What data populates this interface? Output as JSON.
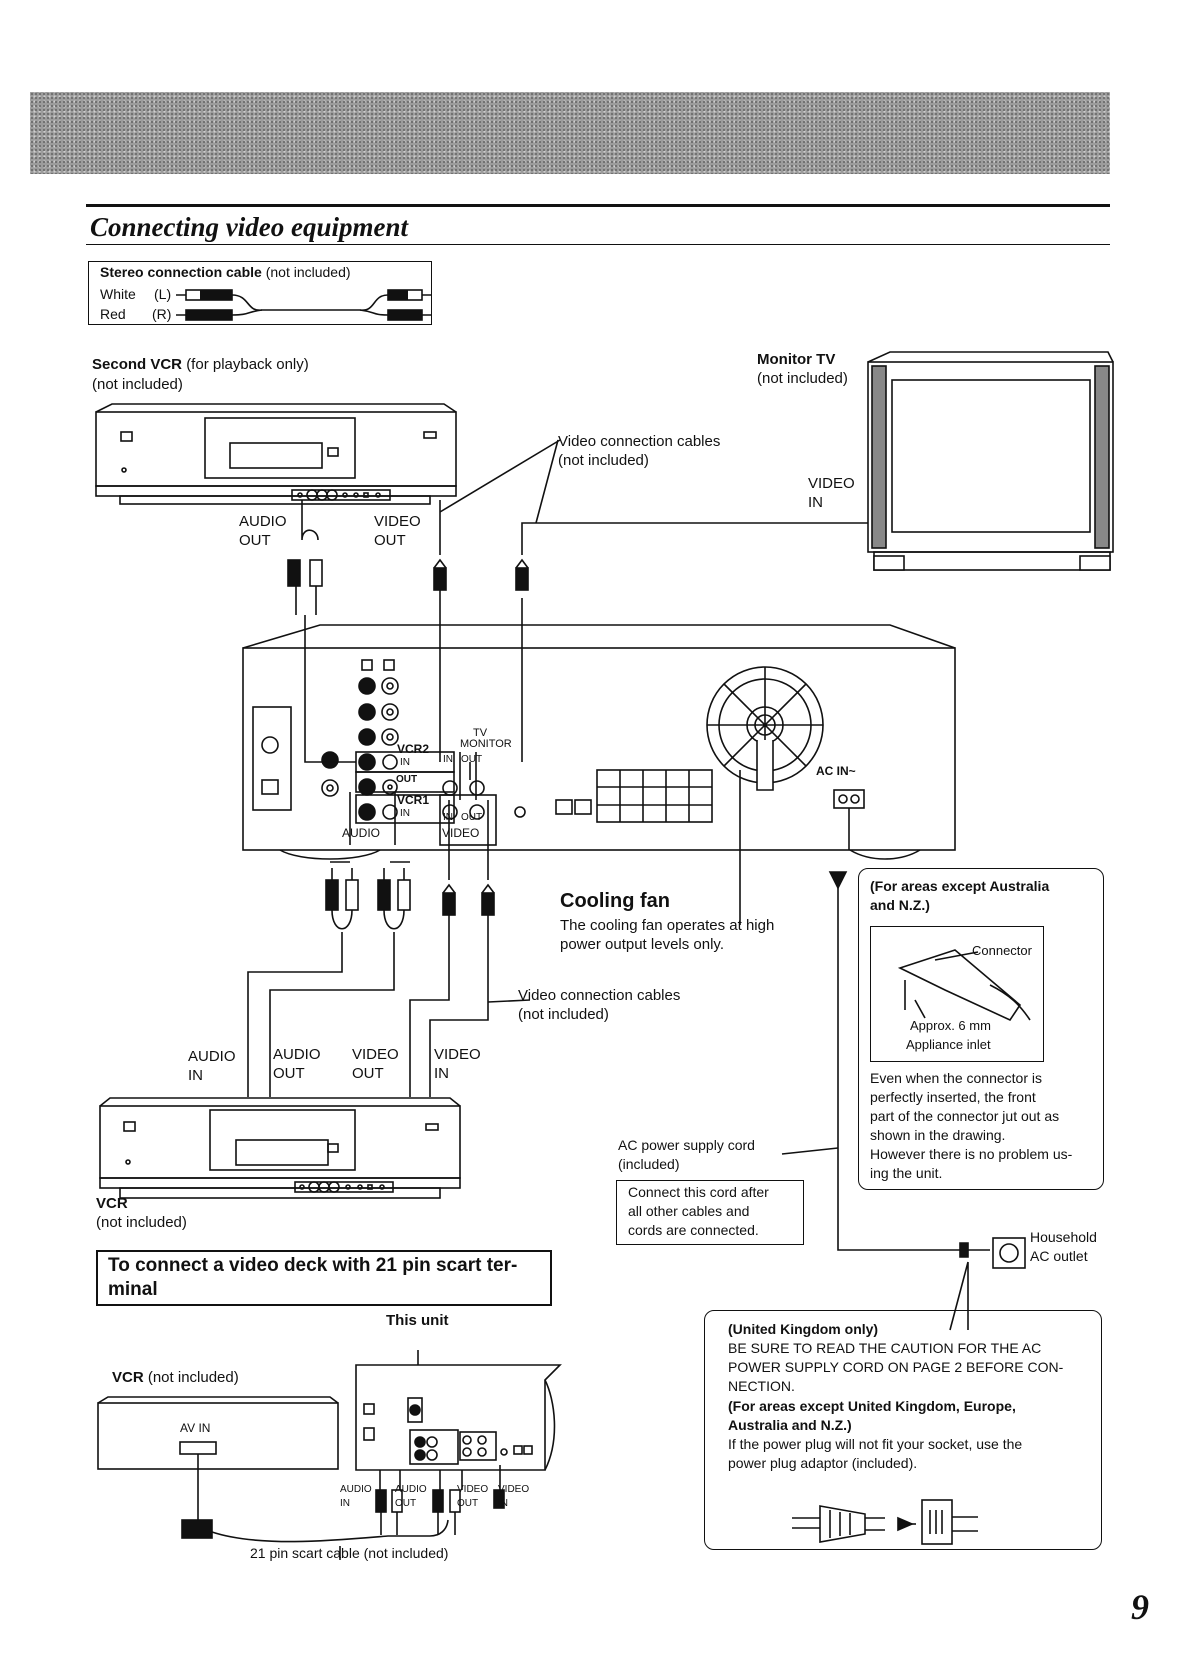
{
  "page": {
    "title": "Connecting video equipment",
    "page_number": "9"
  },
  "stereo_cable": {
    "title": "Stereo connection cable",
    "note": "(not included)",
    "white": "White",
    "white_ch": "(L)",
    "red": "Red",
    "red_ch": "(R)"
  },
  "second_vcr": {
    "title": "Second VCR",
    "subtitle": "(for playback only)",
    "note": "(not included)"
  },
  "monitor_tv": {
    "title": "Monitor TV",
    "note": "(not included)",
    "video_in_1": "VIDEO",
    "video_in_2": "IN"
  },
  "video_cables_top": {
    "line1": "Video connection cables",
    "line2": "(not included)"
  },
  "second_vcr_jacks": {
    "audio_1": "AUDIO",
    "audio_2": "OUT",
    "video_1": "VIDEO",
    "video_2": "OUT"
  },
  "unit_panel": {
    "vcr2": "VCR2",
    "vcr1": "VCR1",
    "in": "IN",
    "out": "OUT",
    "tv": "TV",
    "monitor": "MONITOR",
    "audio": "AUDIO",
    "video": "VIDEO",
    "ac_in": "AC IN~"
  },
  "cooling_fan": {
    "title": "Cooling fan",
    "line1": "The cooling fan operates at high",
    "line2": "power output levels only."
  },
  "video_cables_bottom": {
    "line1": "Video connection cables",
    "line2": "(not included)"
  },
  "vcr_jacks": {
    "audio_in_1": "AUDIO",
    "audio_in_2": "IN",
    "audio_out_1": "AUDIO",
    "audio_out_2": "OUT",
    "video_out_1": "VIDEO",
    "video_out_2": "OUT",
    "video_in_1": "VIDEO",
    "video_in_2": "IN"
  },
  "vcr": {
    "title": "VCR",
    "note": "(not included)"
  },
  "connector_box": {
    "heading_1": "(For areas except Australia",
    "heading_2": "and N.Z.)",
    "connector": "Connector",
    "approx": "Approx. 6 mm",
    "inlet": "Appliance inlet",
    "lines": [
      "Even when the connector is",
      "perfectly inserted, the front",
      "part of the connector jut out as",
      "shown in the drawing.",
      "However there is no problem us-",
      "ing the unit."
    ]
  },
  "ac_cord": {
    "line1": "AC power supply cord",
    "line2": "(included)"
  },
  "connect_note": {
    "lines": [
      "Connect this cord after",
      "all other cables and",
      "cords are connected."
    ]
  },
  "household": {
    "line1": "Household",
    "line2": "AC outlet"
  },
  "scart": {
    "heading_1": "To connect a video deck with 21 pin scart ter-",
    "heading_2": "minal",
    "this_unit": "This unit",
    "vcr": "VCR",
    "vcr_note": "(not included)",
    "av_in": "AV IN",
    "audio_in_1": "AUDIO",
    "audio_in_2": "IN",
    "audio_out_1": "AUDIO",
    "audio_out_2": "OUT",
    "video_out_1": "VIDEO",
    "video_out_2": "OUT",
    "video_in_1": "VIDEO",
    "video_in_2": "IN",
    "cable": "21 pin scart cable (not included)"
  },
  "uk_box": {
    "heading_1": "(United Kingdom only)",
    "lines_1": [
      "BE SURE TO READ THE CAUTION FOR THE AC",
      "POWER SUPPLY CORD ON PAGE 2 BEFORE CON-",
      "NECTION."
    ],
    "heading_2": "(For areas except United Kingdom, Europe,",
    "heading_3": "Australia and N.Z.)",
    "lines_2": [
      "If the power plug will not fit your socket, use the",
      "power plug adaptor (included)."
    ]
  }
}
